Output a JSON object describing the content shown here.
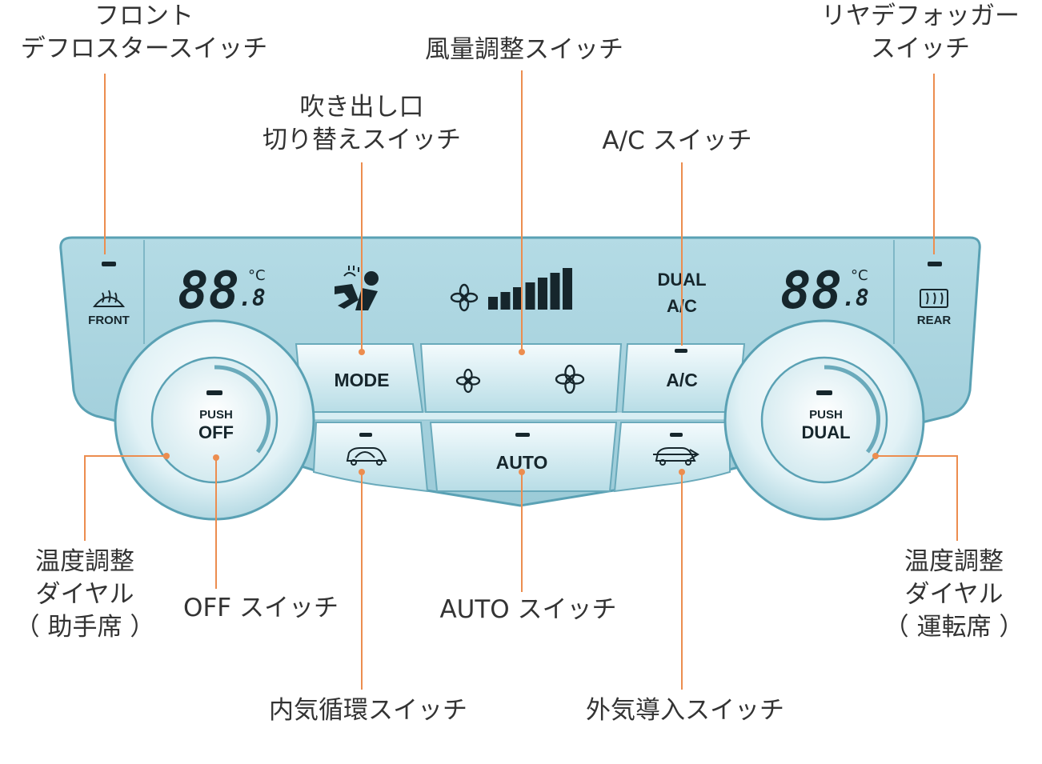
{
  "colors": {
    "panel": "#a6d3de",
    "panel_edge": "#5aa1b4",
    "leader": "#ec8d4f",
    "label_text": "#333333",
    "icon_dark": "#16262c"
  },
  "callouts": {
    "front_defroster": [
      "フロント",
      "デフロスタースイッチ"
    ],
    "airflow_mode": [
      "吹き出し口",
      "切り替えスイッチ"
    ],
    "fan_speed": [
      "風量調整スイッチ"
    ],
    "ac_switch": [
      "A/C スイッチ"
    ],
    "rear_defogger": [
      "リヤデフォッガー",
      "スイッチ"
    ],
    "temp_dial_passenger": [
      "温度調整",
      "ダイヤル",
      "（ 助手席 ）"
    ],
    "off_switch": [
      "OFF スイッチ"
    ],
    "recirculation": [
      "内気循環スイッチ"
    ],
    "auto_switch": [
      "AUTO スイッチ"
    ],
    "fresh_air": [
      "外気導入スイッチ"
    ],
    "temp_dial_driver": [
      "温度調整",
      "ダイヤル",
      "（ 運転席 ）"
    ]
  },
  "panel": {
    "left_temp_digits": "88",
    "left_temp_decimal": ".8",
    "left_temp_unit": "°C",
    "right_temp_digits": "88",
    "right_temp_decimal": ".8",
    "right_temp_unit": "°C",
    "front_label": "FRONT",
    "rear_label": "REAR",
    "dual_ac_line1": "DUAL",
    "dual_ac_line2": "A/C",
    "mode_button": "MODE",
    "ac_button": "A/C",
    "auto_button": "AUTO",
    "left_knob_push": "PUSH",
    "left_knob_label": "OFF",
    "right_knob_push": "PUSH",
    "right_knob_label": "DUAL",
    "fan_level": 7,
    "fan_level_max": 7
  }
}
